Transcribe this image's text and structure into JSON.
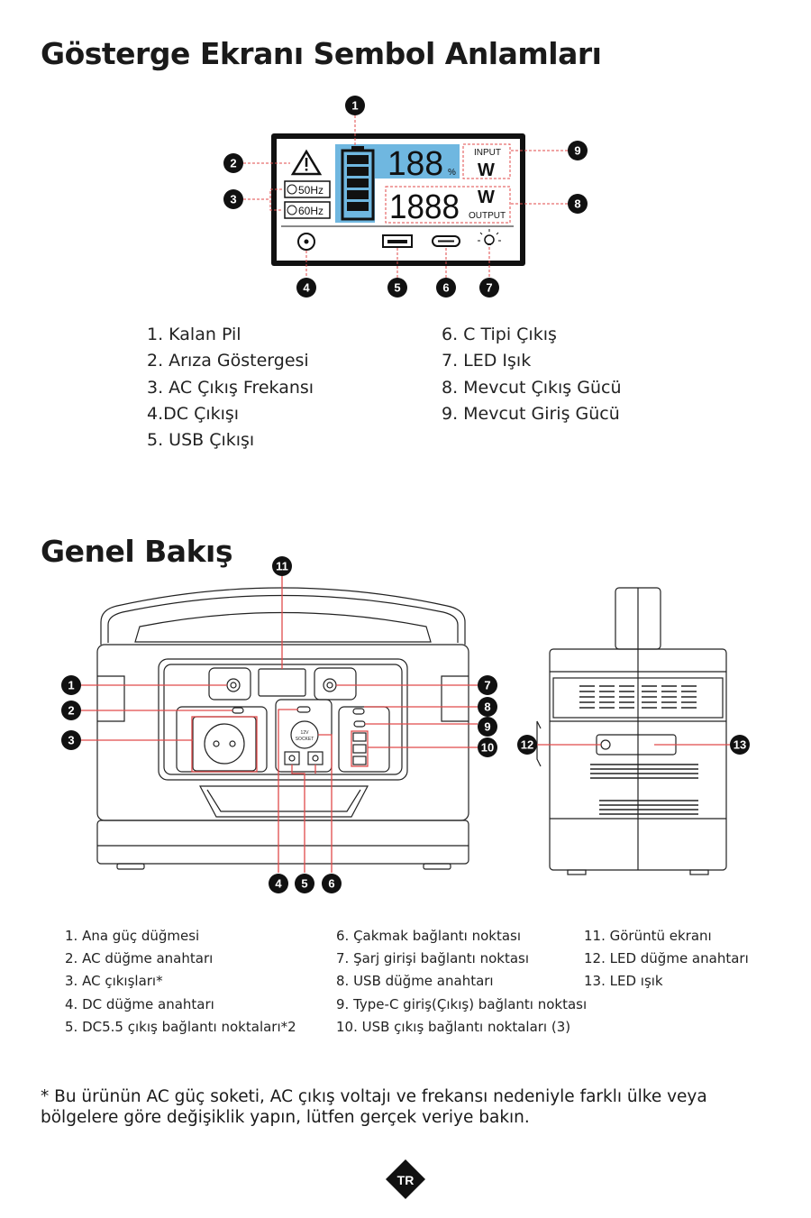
{
  "section1": {
    "title": "Gösterge Ekranı Sembol Anlamları",
    "display": {
      "input_label": "INPUT",
      "output_label": "OUTPUT",
      "input_value": "188",
      "percent_sign": "%",
      "output_value": "1888",
      "watt_unit": "W",
      "freq_50": "50Hz",
      "freq_60": "60Hz",
      "battery_fill": 1.0
    },
    "callouts": [
      "1",
      "2",
      "3",
      "4",
      "5",
      "6",
      "7",
      "8",
      "9"
    ],
    "legend_left": [
      "1. Kalan Pil",
      "2. Arıza Göstergesi",
      "3. AC Çıkış Frekansı",
      "4.DC Çıkışı",
      "5. USB Çıkışı"
    ],
    "legend_right": [
      "6. C Tipi Çıkış",
      "7. LED Işık",
      "8. Mevcut Çıkış Gücü",
      "9. Mevcut Giriş Gücü"
    ]
  },
  "section2": {
    "title": "Genel Bakış",
    "socket_label_top": "12V",
    "socket_label_bottom": "SOCKET",
    "callouts": [
      "1",
      "2",
      "3",
      "4",
      "5",
      "6",
      "7",
      "8",
      "9",
      "10",
      "11",
      "12",
      "13"
    ],
    "legend_col1": [
      "1. Ana güç düğmesi",
      "2. AC düğme anahtarı",
      "3. AC çıkışları*",
      "4. DC düğme anahtarı",
      "5. DC5.5 çıkış bağlantı noktaları*2"
    ],
    "legend_col2": [
      "6. Çakmak bağlantı noktası",
      "7. Şarj girişi bağlantı noktası",
      "8. USB düğme anahtarı",
      "9. Type-C giriş(Çıkış) bağlantı noktası",
      "10. USB çıkış bağlantı noktaları (3)"
    ],
    "legend_col3": [
      "11. Görüntü ekranı",
      "12. LED düğme anahtarı",
      "13. LED ışık"
    ]
  },
  "footnote": "* Bu ürünün AC güç soketi, AC çıkış voltajı ve frekansı nedeniyle farklı ülke veya bölgelere göre değişiklik yapın, lütfen gerçek veriye bakın.",
  "badge": "TR",
  "colors": {
    "callout": "#111111",
    "leader": "#e04a4a",
    "lcd_blue": "#6fb7e0",
    "lcd_frame": "#111111"
  }
}
